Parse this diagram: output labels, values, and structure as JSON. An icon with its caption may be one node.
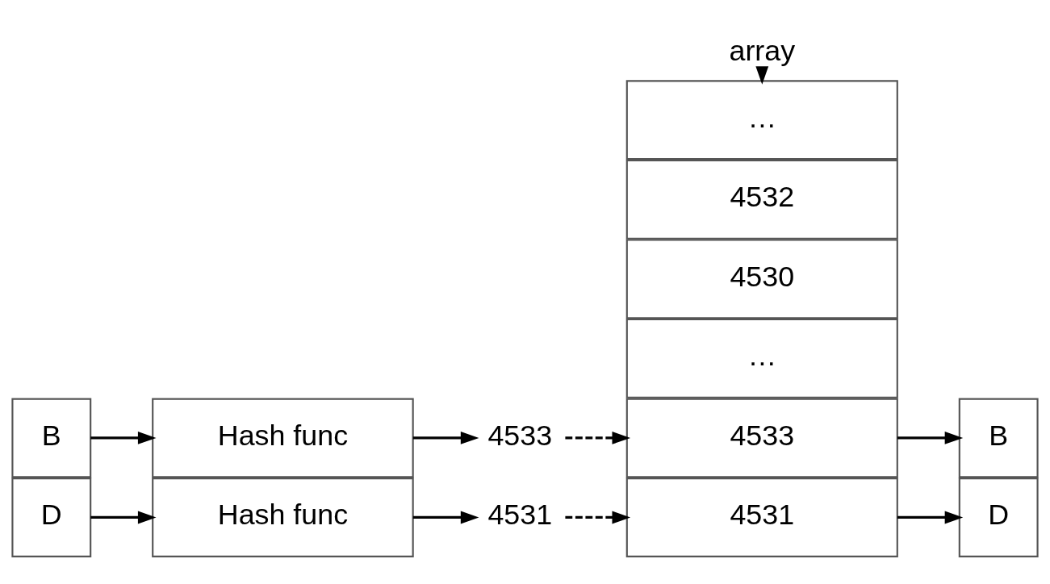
{
  "diagram": {
    "nodes": [
      {
        "text": [
          "D"
        ]
      },
      {
        "text": [
          "Hash func"
        ]
      },
      {
        "text": [
          "4531"
        ]
      },
      {
        "text": [
          "B"
        ]
      },
      {
        "text": [
          "Hash func"
        ]
      },
      {
        "text": [
          "4533"
        ]
      },
      {
        "text": [
          "…"
        ]
      },
      {
        "text": [
          "4530"
        ]
      },
      {
        "text": [
          "4531"
        ]
      },
      {
        "text": [
          "4532"
        ]
      },
      {
        "text": [
          "4533"
        ]
      },
      {
        "text": [
          "…"
        ]
      },
      {
        "text": [
          "D"
        ]
      },
      {
        "text": [
          "B"
        ]
      },
      {
        "text": [
          "array"
        ]
      }
    ],
    "edges": [
      {
        "from": 0,
        "to": 1,
        "arrow": "to"
      },
      {
        "from": 1,
        "to": 2,
        "arrow": "to"
      },
      {
        "from": 2,
        "to": 8,
        "arrow": "to",
        "style": "dashed"
      },
      {
        "from": 3,
        "to": 4,
        "arrow": "to"
      },
      {
        "from": 4,
        "to": 5,
        "arrow": "to"
      },
      {
        "from": 5,
        "to": 10,
        "arrow": "to",
        "style": "dashed"
      },
      {
        "from": 8,
        "to": 12,
        "arrow": "to"
      },
      {
        "from": 10,
        "to": 13,
        "arrow": "to"
      },
      {
        "from": 14,
        "to": 11,
        "arrow": "to"
      }
    ]
  }
}
